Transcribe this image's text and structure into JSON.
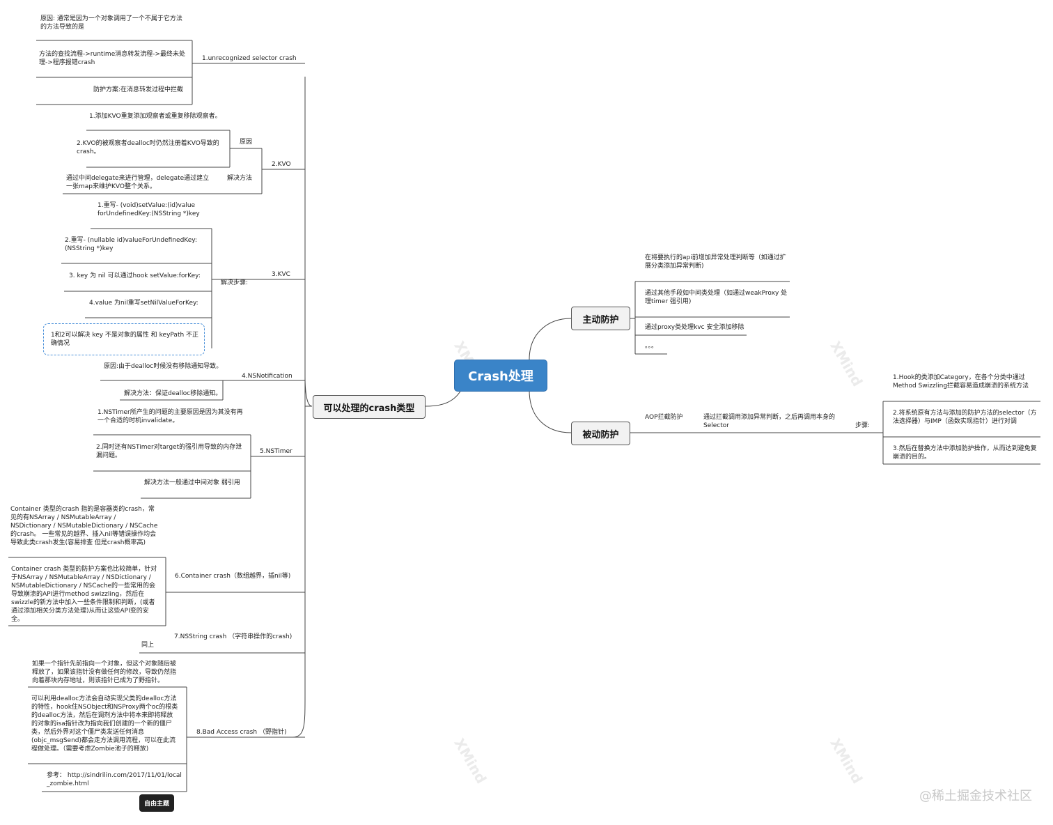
{
  "central": "Crash处理",
  "left_main": "可以处理的crash类型",
  "right_main_1": "主动防护",
  "right_main_2": "被动防护",
  "unrecognized": {
    "label": "1.unrecognized selector crash",
    "reason": "原因: 通常是因为一个对象调用了一个不属于它方法的方法导致的是",
    "flow": "方法的查找流程->runtime消息转发流程->最终未处理->程序报错crash",
    "defense": "防护方案:在消息转发过程中拦截"
  },
  "kvo": {
    "label": "2.KVO",
    "reason_label": "原因",
    "reason_1": "1.添加KVO重复添加观察者或重复移除观察者。",
    "reason_2": "2.KVO的被观察者dealloc时仍然注册着KVO导致的crash。",
    "solution_label": "解决方法",
    "solution": "通过中间delegate来进行管理，delegate通过建立一张map来维护KVO整个关系。"
  },
  "kvc": {
    "label": "3.KVC",
    "steps_label": "解决步骤:",
    "step_1": "1.重写- (void)setValue:(id)value forUndefinedKey:(NSString *)key",
    "step_2": "2.重写- (nullable id)valueForUndefinedKey:(NSString *)key",
    "step_3": "3. key 为 nil 可以通过hook setValue:forKey:",
    "step_4": "4.value 为nil重写setNilValueForKey:",
    "note": "1和2可以解决 key 不是对象的属性 和 keyPath 不正确情况"
  },
  "notification": {
    "label": "4.NSNotification",
    "reason": "原因:由于dealloc时候没有移除通知导致。",
    "solution": "解决方法：保证dealloc移除通知。"
  },
  "timer": {
    "label": "5.NSTimer",
    "item_1": "1.NSTimer所产生的问题的主要原因是因为其没有再一个合适的时机invalidate。",
    "item_2": "2.同时还有NSTimer对target的强引用导致的内存泄漏问题。",
    "solution": "解决方法一般通过中间对象 弱引用"
  },
  "container": {
    "label": "6.Container crash（数组越界，插nil等)",
    "desc": "Container 类型的crash 指的是容器类的crash，常见的有NSArray / NSMutableArray / NSDictionary / NSMutableDictionary / NSCache 的crash。 一些常见的越界、插入nil等错误操作均会导致此类crash发生(容易排查 但是crash概率高)",
    "defense": "Container crash 类型的防护方案也比较简单，针对于NSArray / NSMutableArray / NSDictionary / NSMutableDictionary / NSCache的一些常用的会导致崩溃的API进行method swizzling，然后在swizzle的新方法中加入一些条件限制和判断，(或者通过添加相关分类方法处理)从而让这些API变的安全。"
  },
  "nsstring": {
    "label": "7.NSString crash （字符串操作的crash)",
    "same": "同上"
  },
  "bad_access": {
    "label": "8.Bad Access crash （野指针)",
    "desc": "如果一个指针先前指向一个对象，但这个对象随后被释放了，如果该指针没有做任何的修改，导致仍然指向着那块内存地址，则该指针已成为了野指针。",
    "solution": "可以利用dealloc方法会自动实现父类的dealloc方法的特性，hook住NSObject和NSProxy两个oc的根类的dealloc方法，然后在调剂方法中将本来即将释放的对象的isa指针改为指向我们创建的一个新的僵尸类，然后外界对这个僵尸类发送任何消息(objc_msgSend)都会走方法调用流程，可以在此流程做处理。（需要考虑Zombie池子的释放)",
    "ref": "参考： http://sindrilin.com/2017/11/01/local_zombie.html"
  },
  "active": {
    "item_1": "在将要执行的api前增加异常处理判断等（如通过扩展分类添加异常判断)",
    "item_2": "通过其他手段如中间类处理（如通过weakProxy 处理timer 强引用)",
    "item_3": "通过proxy类处理kvc 安全添加移除",
    "item_4": "。。。"
  },
  "passive": {
    "aop": "AOP拦截防护",
    "aop_desc": "通过拦截调用添加异常判断，之后再调用本身的Selector",
    "steps_label": "步骤:",
    "step_1": "1.Hook的类添加Category，在各个分类中通过Method Swizzling拦截容易造成崩溃的系统方法",
    "step_2": "2.将系统原有方法与添加的防护方法的selector（方法选择器）与IMP（函数实现指针）进行对调",
    "step_3": "3.然后在替换方法中添加防护操作，从而达到避免复崩溃的目的。"
  },
  "free_topic": "自由主题",
  "watermark": "@稀土掘金技术社区",
  "xmind_watermark": "XMind",
  "colors": {
    "central": "#3a84c8",
    "main_fill": "#f2f2f2",
    "line": "#444444",
    "dashed": "#4a90d9"
  }
}
